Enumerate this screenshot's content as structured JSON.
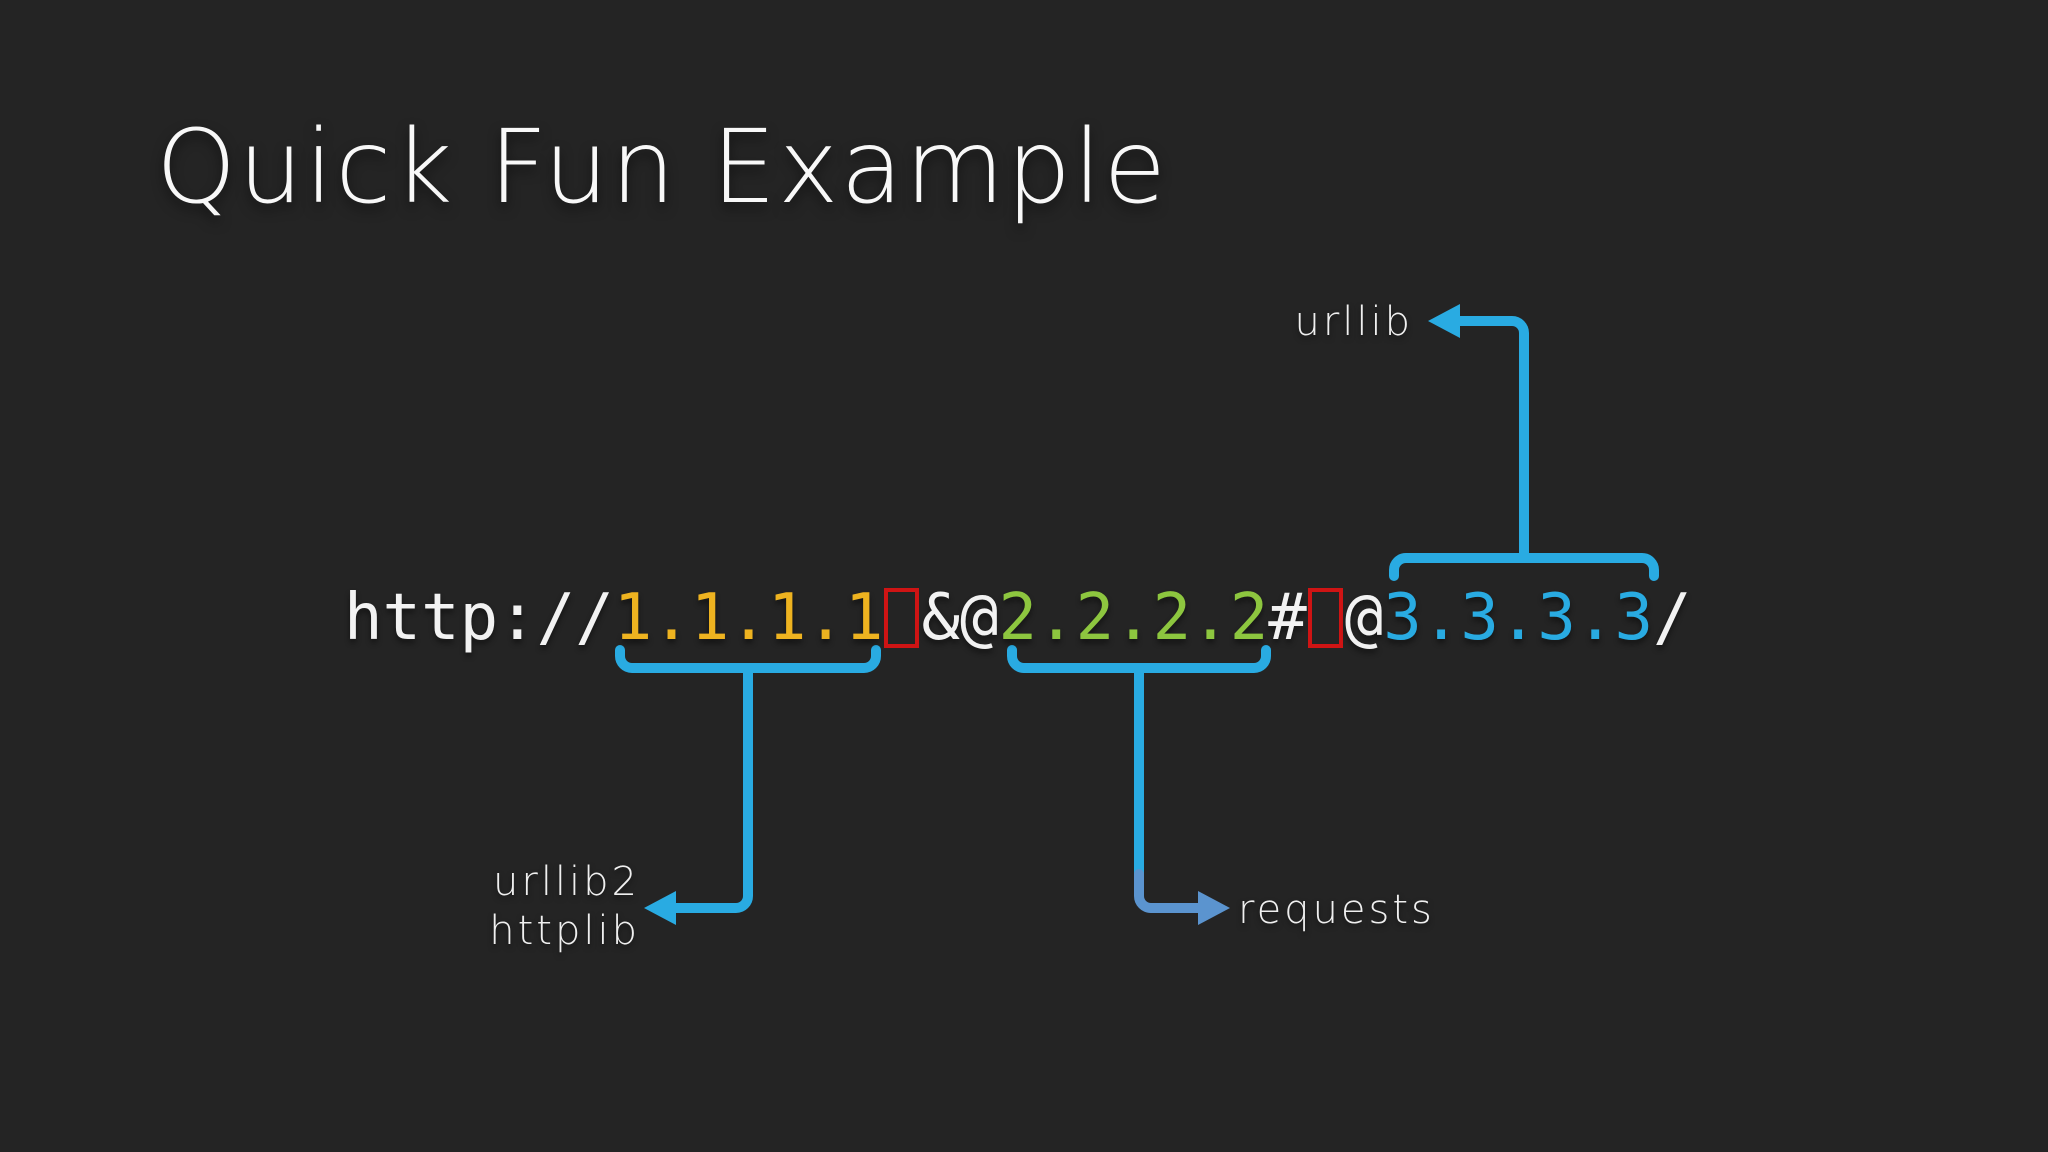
{
  "slide": {
    "title": "Quick Fun Example",
    "background_color": "#242424"
  },
  "url": {
    "full": "http://1.1.1.1 &@2.2.2.2# @3.3.3.3/",
    "segments": [
      {
        "text": "http://",
        "color": "#f2f2f2",
        "role": "scheme"
      },
      {
        "text": "1.1.1.1",
        "color": "#eeb320",
        "role": "first-host"
      },
      {
        "text": " ",
        "color": "#cf1414",
        "role": "highlighted-space-1"
      },
      {
        "text": "&@",
        "color": "#f2f2f2",
        "role": "separator"
      },
      {
        "text": "2.2.2.2",
        "color": "#8dc63f",
        "role": "second-host"
      },
      {
        "text": "#",
        "color": "#f2f2f2",
        "role": "fragment-mark"
      },
      {
        "text": " ",
        "color": "#cf1414",
        "role": "highlighted-space-2"
      },
      {
        "text": "@",
        "color": "#f2f2f2",
        "role": "at-sign"
      },
      {
        "text": "3.3.3.3",
        "color": "#29abe2",
        "role": "third-host"
      },
      {
        "text": "/",
        "color": "#f2f2f2",
        "role": "path-slash"
      }
    ]
  },
  "annotations": {
    "urllib": {
      "label": "urllib",
      "points_to": "3.3.3.3"
    },
    "urllib2_httplib": {
      "lines": [
        "urllib2",
        "httplib"
      ],
      "points_to": "1.1.1.1"
    },
    "requests": {
      "label": "requests",
      "points_to": "2.2.2.2"
    }
  },
  "colors": {
    "accent_blue": "#29abe2",
    "steel_blue": "#5b94cf",
    "highlight_red": "#cf1414",
    "ip1_yellow": "#eeb320",
    "ip2_green": "#8dc63f",
    "ip3_blue": "#29abe2",
    "text_white": "#f2f2f2"
  }
}
